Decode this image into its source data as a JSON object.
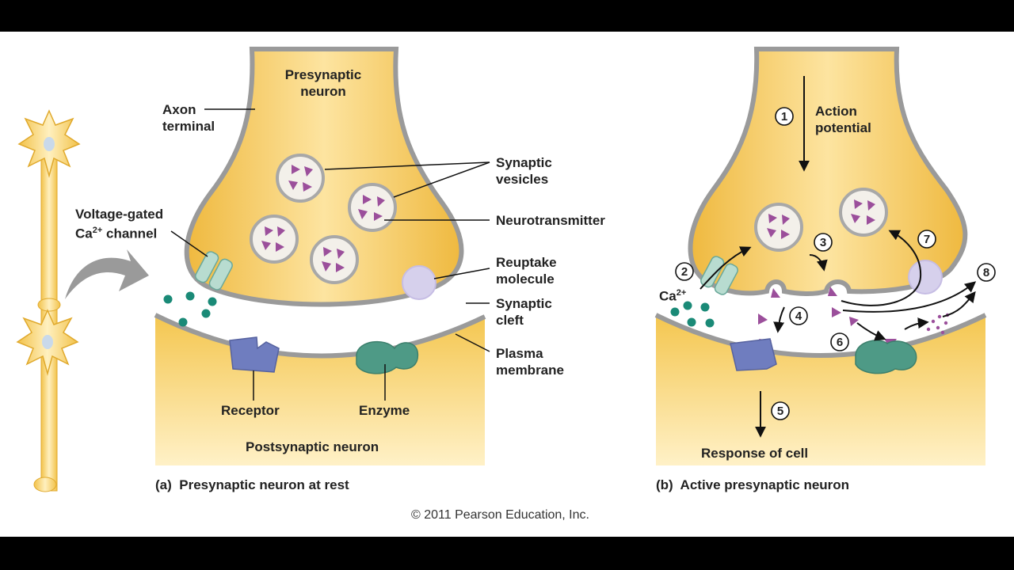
{
  "labels": {
    "presynaptic_line1": "Presynaptic",
    "presynaptic_line2": "neuron",
    "axon_line1": "Axon",
    "axon_line2": "terminal",
    "vesicles_line1": "Synaptic",
    "vesicles_line2": "vesicles",
    "neurotransmitter": "Neurotransmitter",
    "vg_line1": "Voltage-gated",
    "vg_line2a": "Ca",
    "vg_line2sup": "2+",
    "vg_line2b": " channel",
    "reuptake_line1": "Reuptake",
    "reuptake_line2": "molecule",
    "cleft_line1": "Synaptic",
    "cleft_line2": "cleft",
    "plasma_line1": "Plasma",
    "plasma_line2": "membrane",
    "receptor": "Receptor",
    "enzyme": "Enzyme",
    "postsynaptic": "Postsynaptic neuron",
    "action_line1": "Action",
    "action_line2": "potential",
    "ca_b": "Ca",
    "ca_b_sup": "2+",
    "response": "Response of cell"
  },
  "captions": {
    "a_prefix": "(a)",
    "a_text": "Presynaptic neuron at rest",
    "b_prefix": "(b)",
    "b_text": "Active presynaptic neuron"
  },
  "step_numbers": [
    "1",
    "2",
    "3",
    "4",
    "5",
    "6",
    "7",
    "8"
  ],
  "credit": "© 2011 Pearson Education, Inc.",
  "colors": {
    "neuron_fill": "#f7cf5c",
    "membrane": "#9a9a9a",
    "vesicle": "#f3f0ea",
    "neurotransmitter": "#9b4f9b",
    "channel": "#b8dcd0",
    "receptor": "#6f7dbf",
    "enzyme": "#4e9a86",
    "reuptake": "#d6d0ec",
    "calcium": "#1a8a77"
  }
}
